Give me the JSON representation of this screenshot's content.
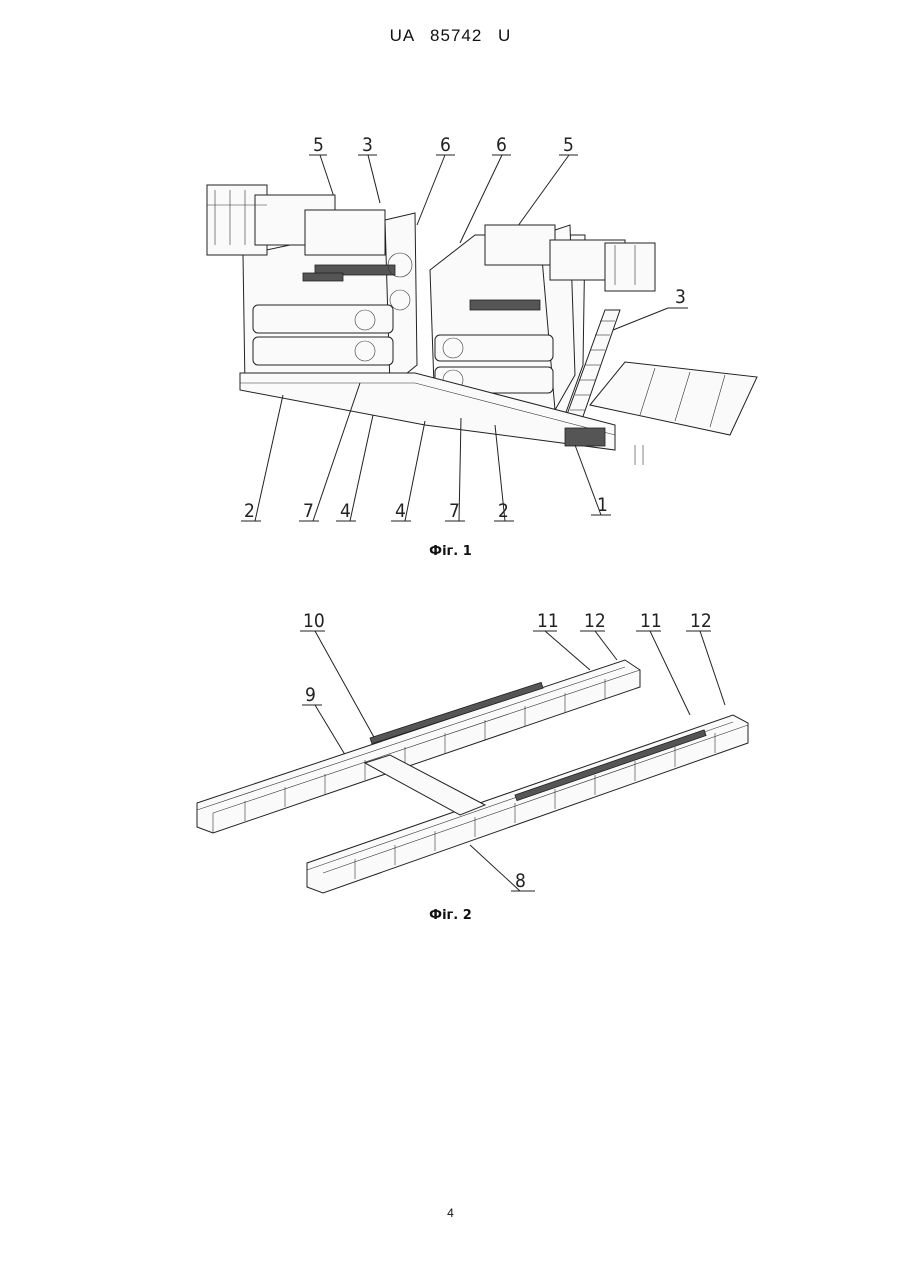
{
  "header": {
    "text": "UA   85742   U"
  },
  "figure1": {
    "caption": "Фіг. 1",
    "labels_top": [
      "5",
      "3",
      "6",
      "6",
      "5"
    ],
    "label_right": "3",
    "labels_bottom": [
      "2",
      "7",
      "4",
      "4",
      "7",
      "2",
      "1"
    ]
  },
  "figure2": {
    "caption": "Фіг. 2",
    "labels_top": [
      "10",
      "11",
      "12",
      "11",
      "12"
    ],
    "label_left": "9",
    "label_bottom": "8"
  },
  "page_number": "4"
}
